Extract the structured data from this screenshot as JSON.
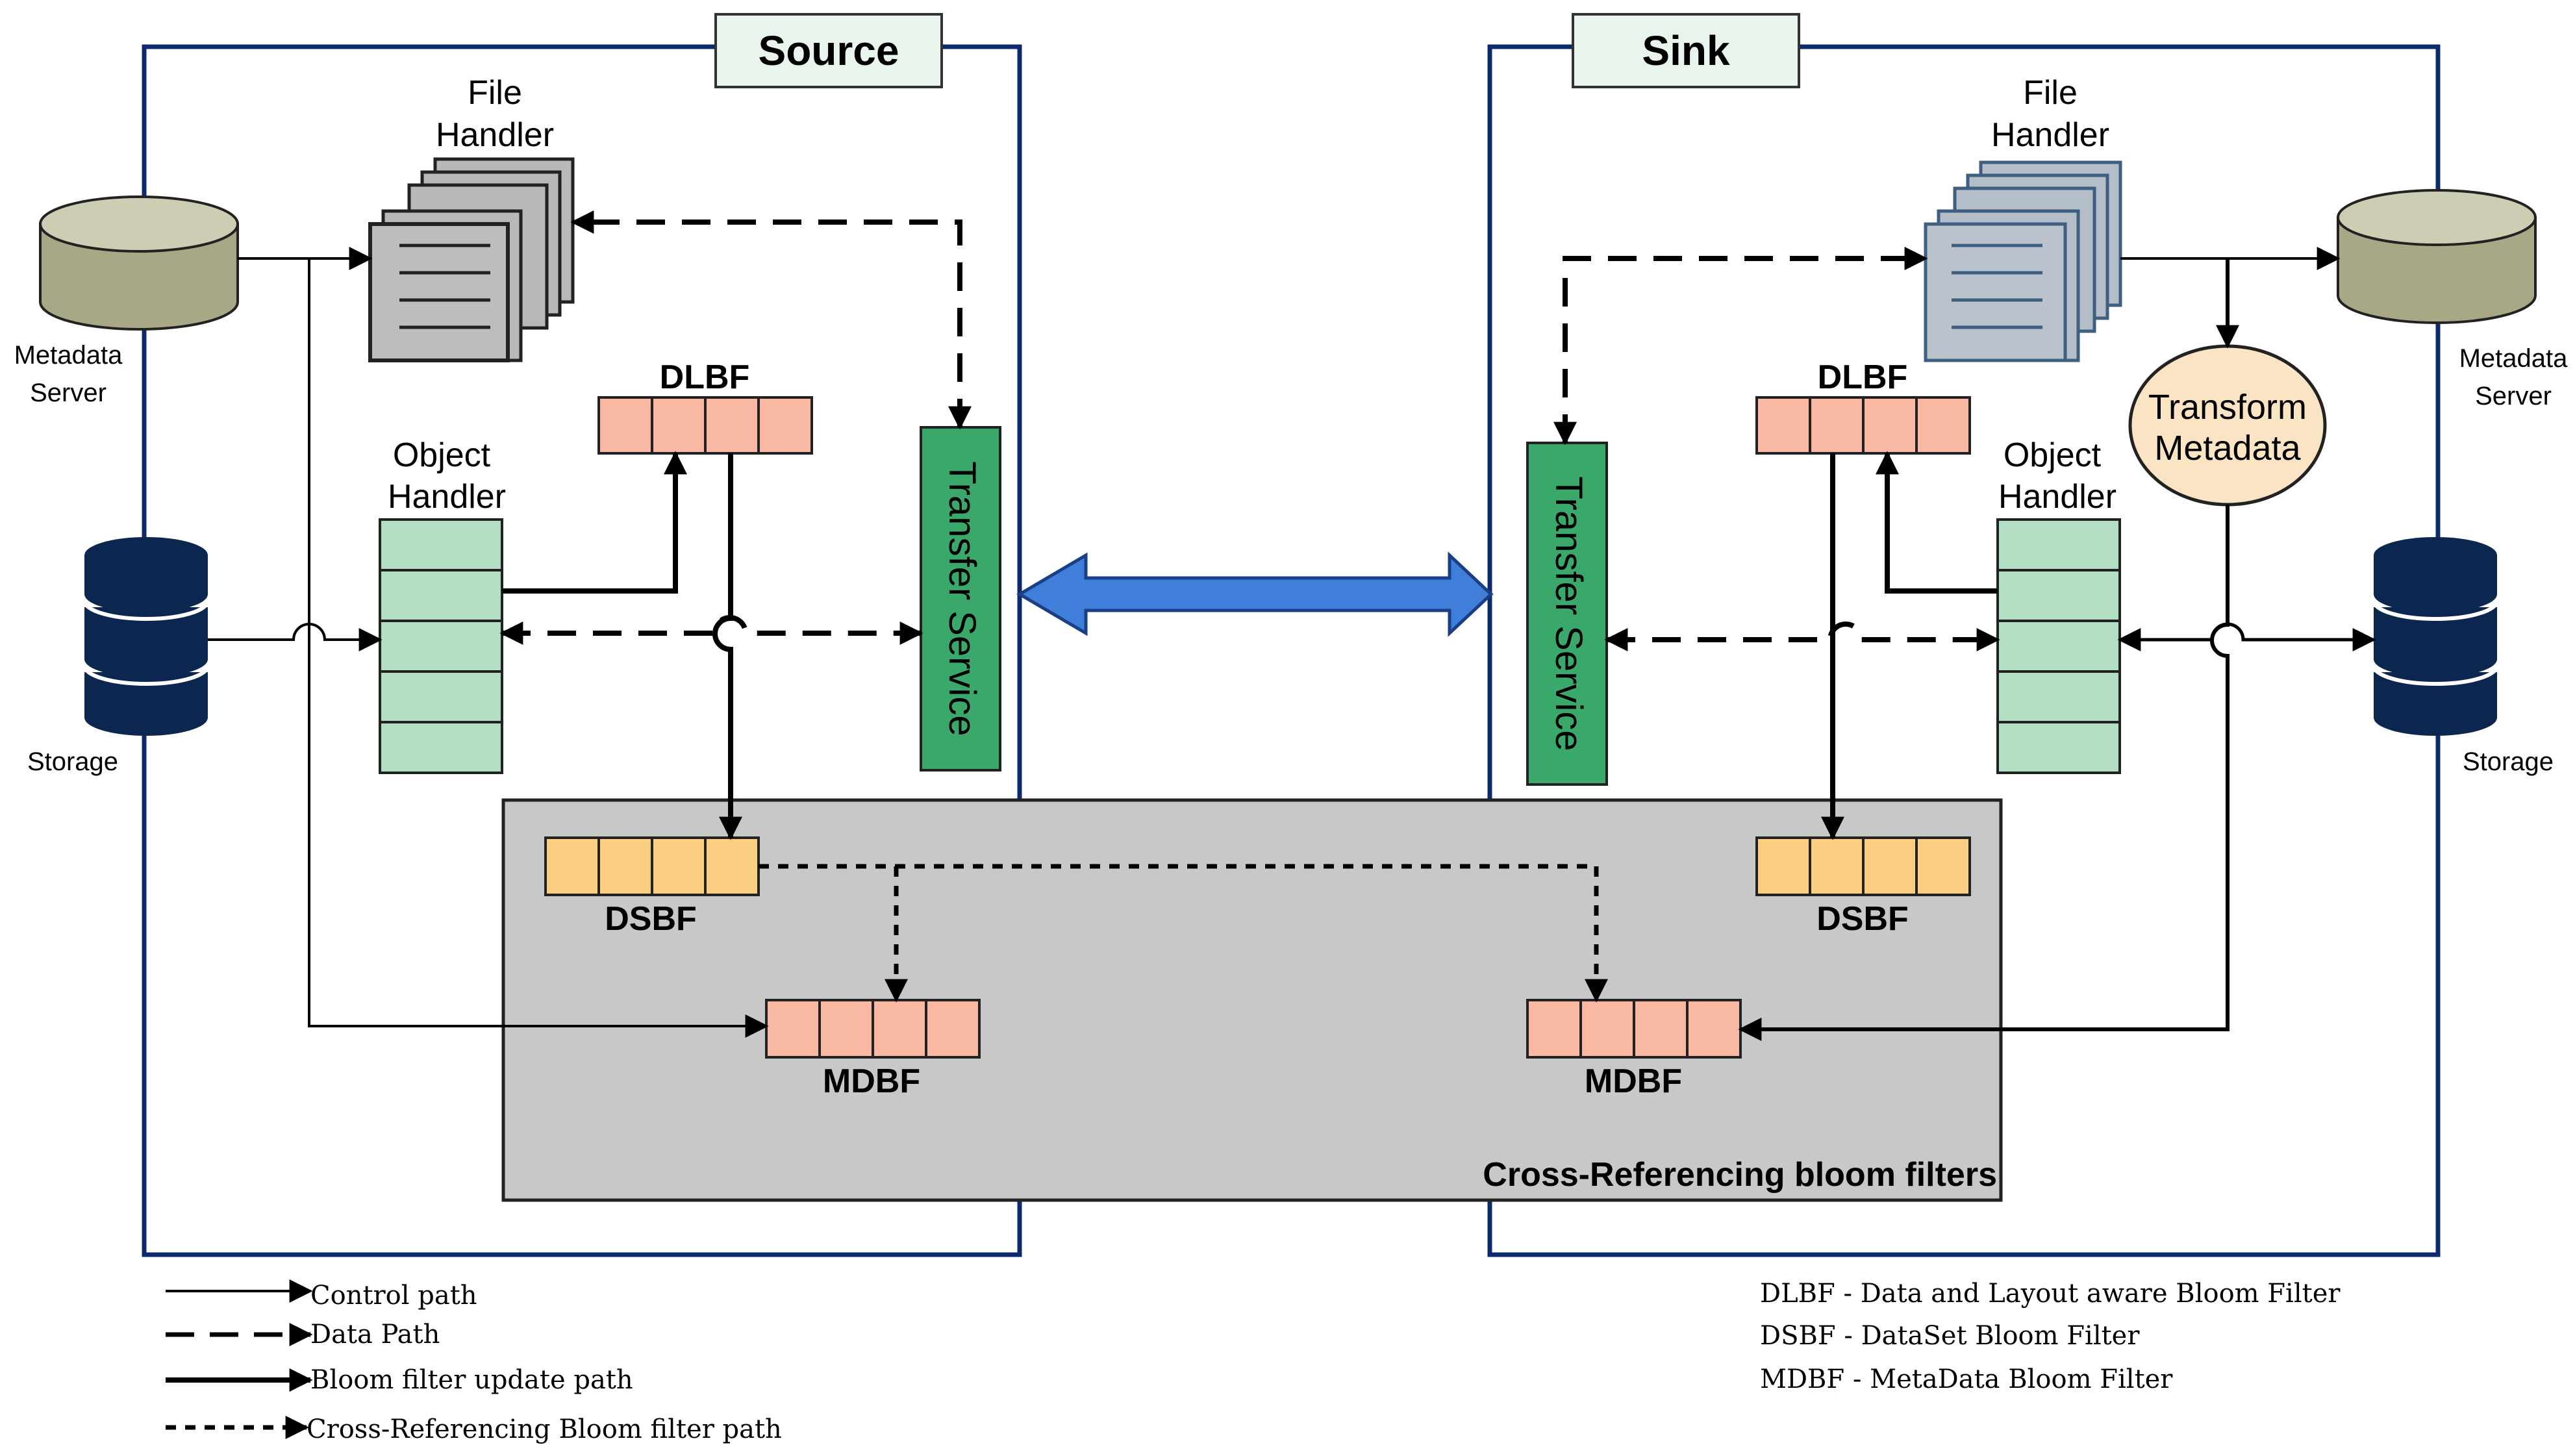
{
  "source": {
    "title": "Source",
    "file_handler": [
      "File",
      "Handler"
    ],
    "metadata_server": [
      "Metadata",
      "Server"
    ],
    "storage": "Storage",
    "object_handler": [
      "Object",
      "Handler"
    ],
    "dlbf": "DLBF",
    "transfer_service": "Transfer Service"
  },
  "sink": {
    "title": "Sink",
    "file_handler": [
      "File",
      "Handler"
    ],
    "metadata_server": [
      "Metadata",
      "Server"
    ],
    "storage": "Storage",
    "object_handler": [
      "Object",
      "Handler"
    ],
    "dlbf": "DLBF",
    "transfer_service": "Transfer Service",
    "transform_metadata": [
      "Transform",
      "Metadata"
    ]
  },
  "cross": {
    "title": "Cross-Referencing bloom filters",
    "dsbf_left": "DSBF",
    "dsbf_right": "DSBF",
    "mdbf_left": "MDBF",
    "mdbf_right": "MDBF"
  },
  "legend": {
    "control": "Control path",
    "data": "Data Path",
    "bloom_update": "Bloom filter update path",
    "cross_ref": "Cross-Referencing Bloom filter path"
  },
  "abbreviations": {
    "dlbf": "DLBF - Data and Layout aware Bloom Filter",
    "dsbf": "DSBF - DataSet Bloom Filter",
    "mdbf": "MDBF - MetaData Bloom Filter"
  },
  "colors": {
    "frame": "#0d2a6e",
    "title_box": "#e8f4ec",
    "cylinder_metadata": "#a8a887",
    "storage": "#0b2750",
    "file_handler_source": "#b8b8b8",
    "file_handler_sink": "#b4bec8",
    "object_handler": "#b2dfc3",
    "dlbf_mdbf": "#f8b8a4",
    "dsbf": "#fbcf82",
    "transfer_service": "#3aa86a",
    "transform_metadata": "#fbe4c4",
    "cross_region": "#c8c8c8",
    "link_arrow": "#3f7fda"
  }
}
